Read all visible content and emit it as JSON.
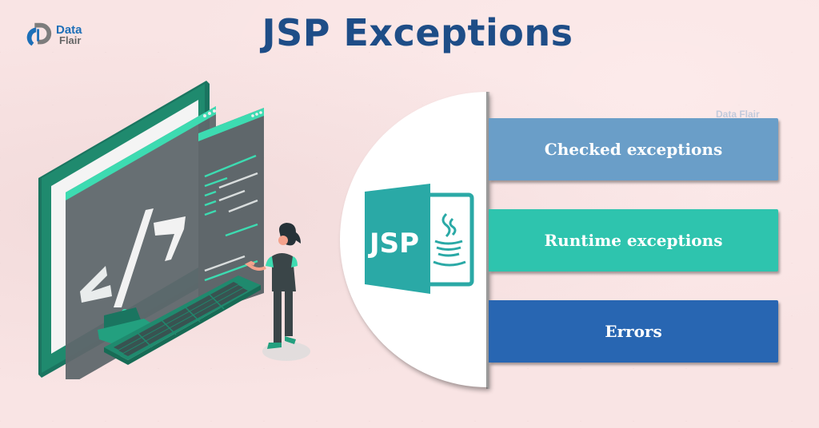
{
  "brand": {
    "logo_line1": "Data",
    "logo_line2": "Flair",
    "watermark": "Data Flair"
  },
  "header": {
    "title": "JSP Exceptions"
  },
  "center_icon": {
    "label": "JSP",
    "icon": "jsp-file-java-cup-icon"
  },
  "categories": [
    {
      "label": "Checked exceptions",
      "color": "#6a9ec8"
    },
    {
      "label": "Runtime exceptions",
      "color": "#2ec4ae"
    },
    {
      "label": "Errors",
      "color": "#2866b2"
    }
  ],
  "colors": {
    "background": "#f9e4e4",
    "title": "#1e4d87",
    "monitor_green": "#1f8a6e",
    "accent_teal": "#3ddbb1",
    "screen_gray": "#5f676b",
    "jsp_teal": "#2aa9a6"
  },
  "illustration": {
    "code_symbol": "</>"
  }
}
